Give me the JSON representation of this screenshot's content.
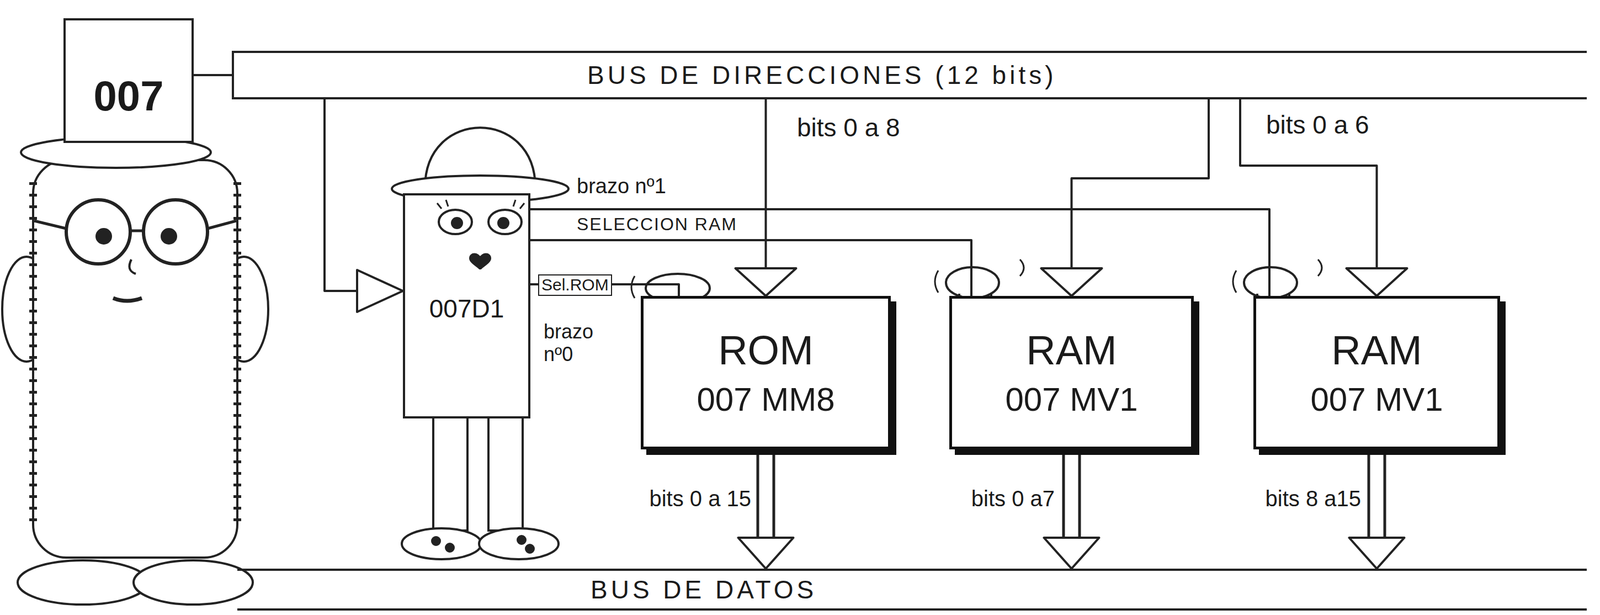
{
  "diagram": {
    "nodes": [
      {
        "text": [
          "007"
        ]
      },
      {
        "text": [
          "BUS DE DIRECCIONES (12 bits)"
        ]
      },
      {
        "text": [
          "007D1"
        ]
      },
      {
        "text": [
          "ROM",
          "007 MM8"
        ]
      },
      {
        "text": [
          "RAM",
          "007 MV1"
        ]
      },
      {
        "text": [
          "RAM",
          "007 MV1"
        ]
      },
      {
        "text": [
          "BUS DE DATOS"
        ]
      }
    ],
    "edges": [
      {
        "from": 0,
        "to": 1,
        "arrow": "none"
      },
      {
        "from": 1,
        "to": 2,
        "arrow": "to"
      },
      {
        "from": 1,
        "to": 3,
        "arrow": "to",
        "label": "bits 0 a 8"
      },
      {
        "from": 1,
        "to": 4,
        "arrow": "to"
      },
      {
        "from": 1,
        "to": 5,
        "arrow": "to",
        "label": "bits 0 a 6"
      },
      {
        "from": 2,
        "to": 3,
        "arrow": "none",
        "label": "Sel.ROM"
      },
      {
        "from": 2,
        "to": 4,
        "arrow": "none"
      },
      {
        "from": 2,
        "to": 5,
        "arrow": "none"
      },
      {
        "from": 3,
        "to": 6,
        "arrow": "to",
        "label": "bits 0 a 15"
      },
      {
        "from": 4,
        "to": 6,
        "arrow": "to",
        "label": "bits 0 a7"
      },
      {
        "from": 5,
        "to": 6,
        "arrow": "to",
        "label": "bits 8 a15"
      }
    ],
    "labels": [
      "brazo nº1",
      "SELECCION RAM",
      "brazo nº0"
    ]
  }
}
